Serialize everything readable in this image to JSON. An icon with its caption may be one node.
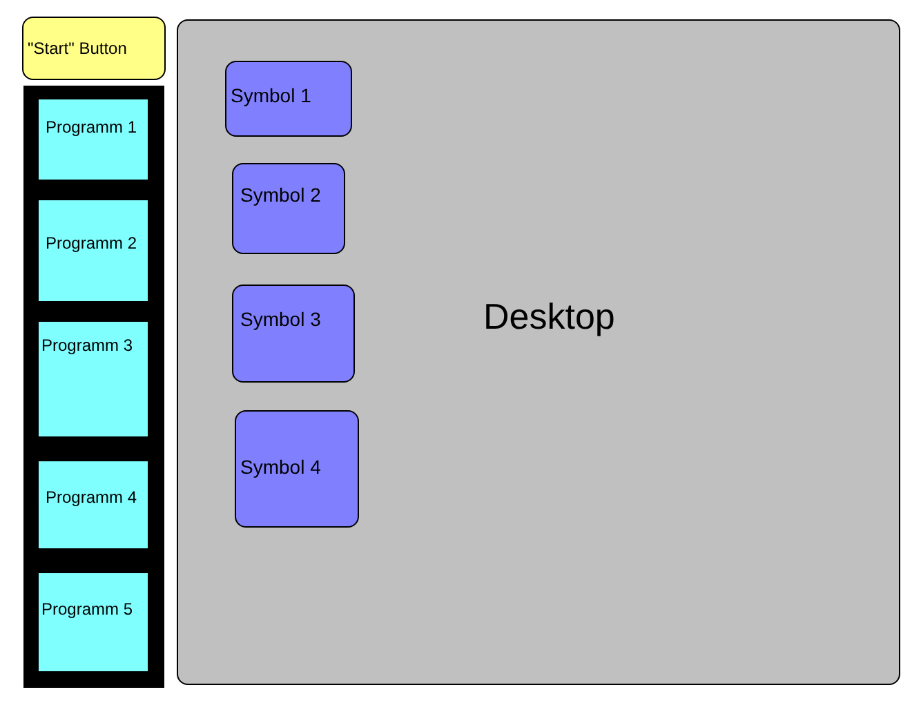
{
  "diagram": {
    "nodes": [
      {
        "text": [
          "\"Start\" Button"
        ]
      },
      {
        "text": [],
        "shape": "bar"
      },
      {
        "text": [
          "Programm 1"
        ],
        "in": 1
      },
      {
        "text": [
          "Programm 2"
        ],
        "in": 1
      },
      {
        "text": [
          "Programm 3"
        ],
        "in": 1
      },
      {
        "text": [
          "Programm 4"
        ],
        "in": 1
      },
      {
        "text": [
          "Programm 5"
        ],
        "in": 1
      },
      {
        "text": [
          "Desktop"
        ]
      },
      {
        "text": [
          "Symbol 1"
        ],
        "in": 7
      },
      {
        "text": [
          "Symbol 2"
        ],
        "in": 7
      },
      {
        "text": [
          "Symbol 3"
        ],
        "in": 7
      },
      {
        "text": [
          "Symbol 4"
        ],
        "in": 7
      }
    ]
  }
}
